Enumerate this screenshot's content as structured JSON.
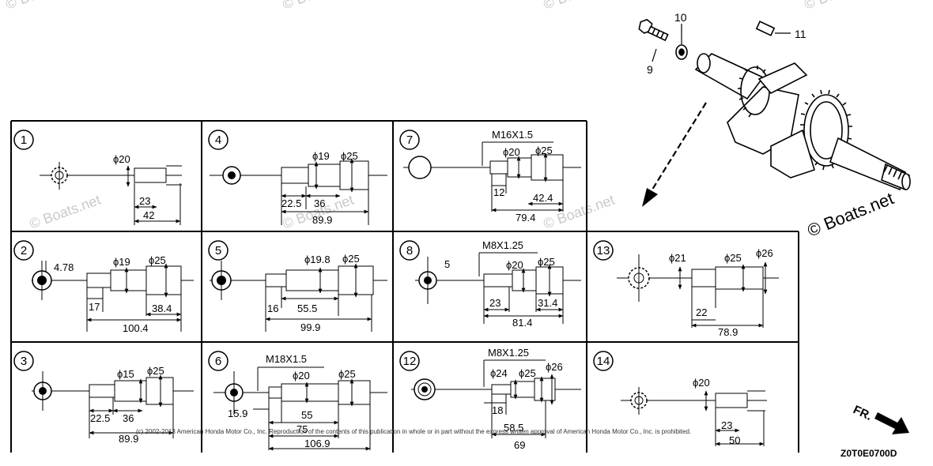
{
  "watermark": "© Boats.net",
  "brand": "© Boats.net",
  "copyright": "(c) 2002-2013 American Honda Motor Co., Inc. Reproduction of the contents of this publication in whole or in part without the express written approval of American Honda Motor Co., Inc. is prohibited.",
  "diagram_code": "Z0T0E0700D",
  "front_label": "FR.",
  "callouts": {
    "bolt": "9",
    "washer": "10",
    "key": "11"
  },
  "panels": [
    {
      "id": "1",
      "dims": [
        "ϕ20",
        "23",
        "42"
      ]
    },
    {
      "id": "4",
      "dims": [
        "ϕ19",
        "ϕ25",
        "22.5",
        "36",
        "89.9"
      ]
    },
    {
      "id": "7",
      "thread": "M16X1.5",
      "dims": [
        "ϕ20",
        "ϕ25",
        "12",
        "42.4",
        "79.4"
      ]
    },
    {
      "id": "2",
      "dims": [
        "4.78",
        "ϕ19",
        "ϕ25",
        "17",
        "38.4",
        "100.4"
      ]
    },
    {
      "id": "5",
      "dims": [
        "ϕ19.8",
        "ϕ25",
        "16",
        "55.5",
        "99.9"
      ]
    },
    {
      "id": "8",
      "thread": "M8X1.25",
      "dims": [
        "5",
        "ϕ20",
        "ϕ25",
        "23",
        "31.4",
        "81.4"
      ]
    },
    {
      "id": "13",
      "dims": [
        "ϕ21",
        "ϕ25",
        "ϕ26",
        "22",
        "78.9"
      ]
    },
    {
      "id": "3",
      "dims": [
        "ϕ15",
        "ϕ25",
        "22.5",
        "36",
        "89.9"
      ]
    },
    {
      "id": "6",
      "thread": "M18X1.5",
      "dims": [
        "ϕ20",
        "ϕ25",
        "15.9",
        "55",
        "75",
        "106.9"
      ]
    },
    {
      "id": "12",
      "thread": "M8X1.25",
      "dims": [
        "ϕ24",
        "ϕ25",
        "ϕ26",
        "18",
        "58.5",
        "69"
      ]
    },
    {
      "id": "14",
      "dims": [
        "ϕ20",
        "23",
        "50"
      ]
    }
  ]
}
